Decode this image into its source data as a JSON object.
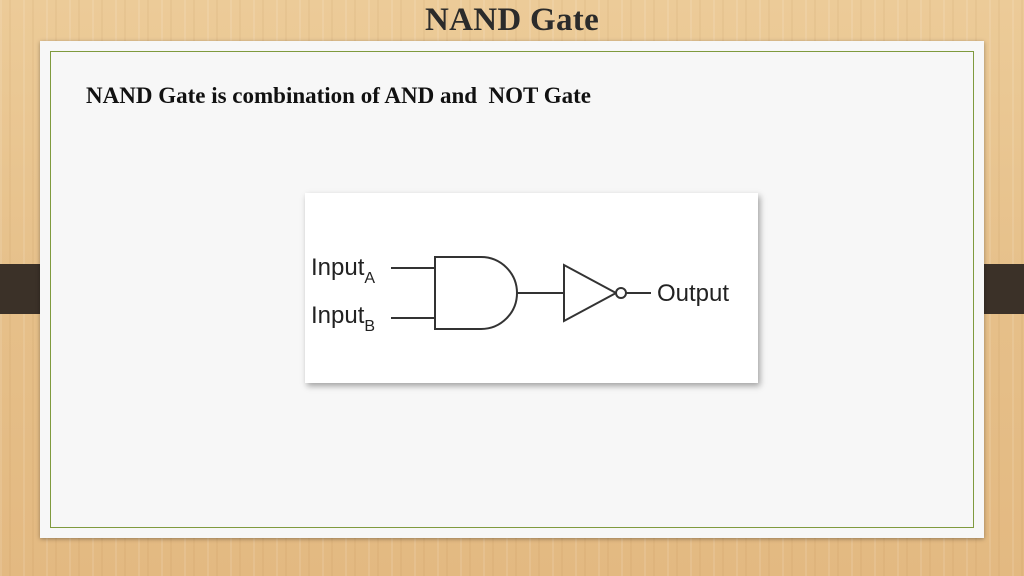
{
  "slide": {
    "title": "NAND Gate",
    "subtitle": "NAND Gate is combination of AND and  NOT Gate"
  },
  "diagram": {
    "input_a": {
      "main": "Input",
      "sub": "A"
    },
    "input_b": {
      "main": "Input",
      "sub": "B"
    },
    "output": "Output"
  }
}
